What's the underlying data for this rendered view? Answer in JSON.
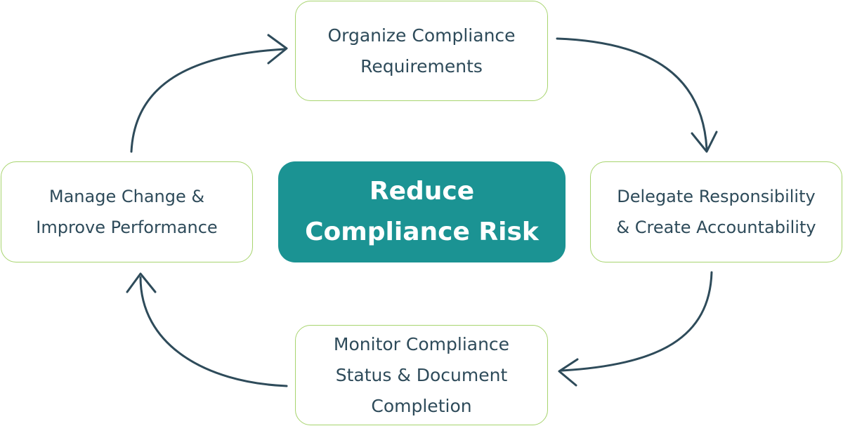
{
  "diagram": {
    "center": {
      "line1": "Reduce",
      "line2": "Compliance Risk"
    },
    "steps": {
      "organize": {
        "line1": "Organize Compliance",
        "line2": "Requirements"
      },
      "delegate": {
        "line1": "Delegate Responsibility",
        "line2": "& Create Accountability"
      },
      "monitor": {
        "line1": "Monitor Compliance",
        "line2": "Status & Document",
        "line3": "Completion"
      },
      "manage": {
        "line1": "Manage Change &",
        "line2": "Improve Performance"
      }
    },
    "colors": {
      "box_border": "#a7d46e",
      "text": "#2e4b5a",
      "center_fill": "#1b9393",
      "center_text": "#ffffff",
      "arrow": "#2e4b5a"
    }
  }
}
